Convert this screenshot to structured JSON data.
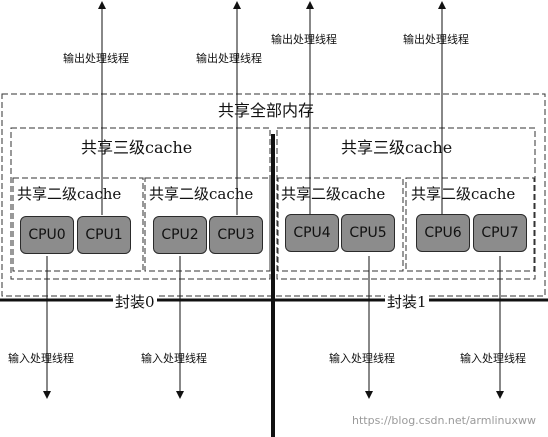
{
  "shared_memory_label": "共享全部内存",
  "l3_labels": [
    "共享三级cache",
    "共享三级cache"
  ],
  "l2_labels": [
    "共享二级cache",
    "共享二级cache",
    "共享二级cache",
    "共享二级cache"
  ],
  "cpus": [
    "CPU0",
    "CPU1",
    "CPU2",
    "CPU3",
    "CPU4",
    "CPU5",
    "CPU6",
    "CPU7"
  ],
  "packages": [
    "封装0",
    "封装1"
  ],
  "output_labels": [
    "输出处理线程",
    "输出处理线程",
    "输出处理线程",
    "输出处理线程"
  ],
  "input_labels": [
    "输入处理线程",
    "输入处理线程",
    "输入处理线程",
    "输入处理线程"
  ],
  "watermark": "https://blog.csdn.net/armlinuxww"
}
